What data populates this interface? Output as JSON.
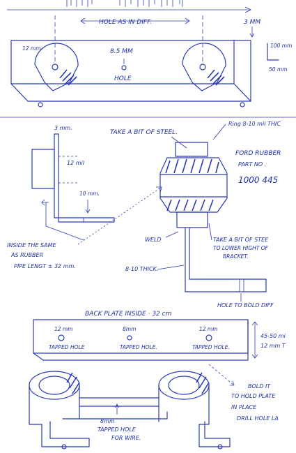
{
  "colors": {
    "ink": "#1e2fa8",
    "paper": "#ffffff"
  },
  "bar_top": {
    "top_dim": "HOLE AS IN DIFF.",
    "thickness": "3 MM",
    "left_bore": "12 mm",
    "center_hole_size": "8.5 MM",
    "center_hole_label": "HOLE",
    "angle_height": "100 mm",
    "angle_depth": "50 mm"
  },
  "side_view": {
    "thickness": "3 mm.",
    "depth": "12 mil",
    "foot": "10 mm.",
    "note_line1": "INSIDE THE SAME",
    "note_line2": "AS RUBBER",
    "note_line3": "PIPE LENGT ± 32 mm."
  },
  "assembly": {
    "steel_top": "TAKE A BIT OF STEEL.",
    "ring": "Ring 8-10 mil THIC",
    "rubber_line1": "FORD RUBBER",
    "rubber_line2": "PART NO .",
    "part_number": "1000 445",
    "weld": "WELD",
    "steel_low_line1": "TAKE A BIT OF STEE",
    "steel_low_line2": "TO LOWER HIGHT OF",
    "steel_low_line3": "BRACKET.",
    "thick": "8-10 THICK.",
    "hole_note": "HOLE TO BOLD DIFF"
  },
  "back_plate": {
    "title": "BACK PLATE INSIDE · 32 cm",
    "hole1_size": "12 mm",
    "hole1_label": "TAPPED HOLE",
    "hole2_size": "8mm",
    "hole2_label": "TAPPED HOLE.",
    "hole3_size": "12 mm",
    "hole3_label": "TAPPED HOLE.",
    "height": "45-50 mi",
    "thickness": "12 mm T"
  },
  "bottom": {
    "bolt_line1": "BOLD IT",
    "bolt_line2": "TO HOLD PLATE",
    "bolt_line3": "IN PLACE",
    "bolt_line4": "DRILL HOLE LA",
    "wire_hole_line1": "8mm",
    "wire_hole_line2": "TAPPED HOLE",
    "wire_hole_line3": "FOR WIRE."
  }
}
